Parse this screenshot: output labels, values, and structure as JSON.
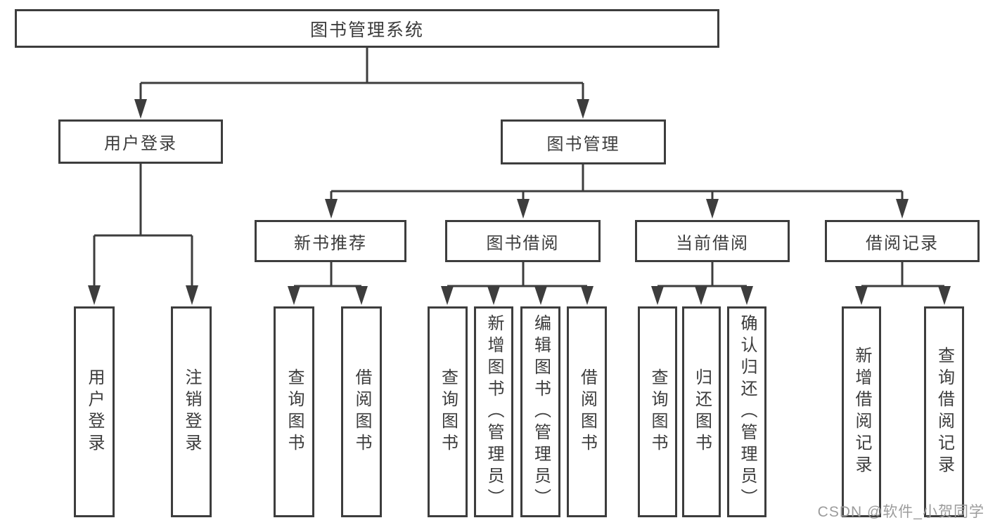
{
  "tree": {
    "label": "图书管理系统",
    "children": [
      {
        "label": "用户登录",
        "children": [
          {
            "label": "用户登录"
          },
          {
            "label": "注销登录"
          }
        ]
      },
      {
        "label": "图书管理",
        "children": [
          {
            "label": "新书推荐",
            "children": [
              {
                "label": "查询图书"
              },
              {
                "label": "借阅图书"
              }
            ]
          },
          {
            "label": "图书借阅",
            "children": [
              {
                "label": "查询图书"
              },
              {
                "label": "新增图书（管理员）"
              },
              {
                "label": "编辑图书（管理员）"
              },
              {
                "label": "借阅图书"
              }
            ]
          },
          {
            "label": "当前借阅",
            "children": [
              {
                "label": "查询图书"
              },
              {
                "label": "归还图书"
              },
              {
                "label": "确认归还（管理员）"
              }
            ]
          },
          {
            "label": "借阅记录",
            "children": [
              {
                "label": "新增借阅记录"
              },
              {
                "label": "查询借阅记录"
              }
            ]
          }
        ]
      }
    ]
  },
  "watermark": "CSDN @软件_小贺同学",
  "colors": {
    "line": "#3d3d3d",
    "text": "#3c3c3c",
    "watermark": "#9c9c9c",
    "background": "#ffffff"
  }
}
